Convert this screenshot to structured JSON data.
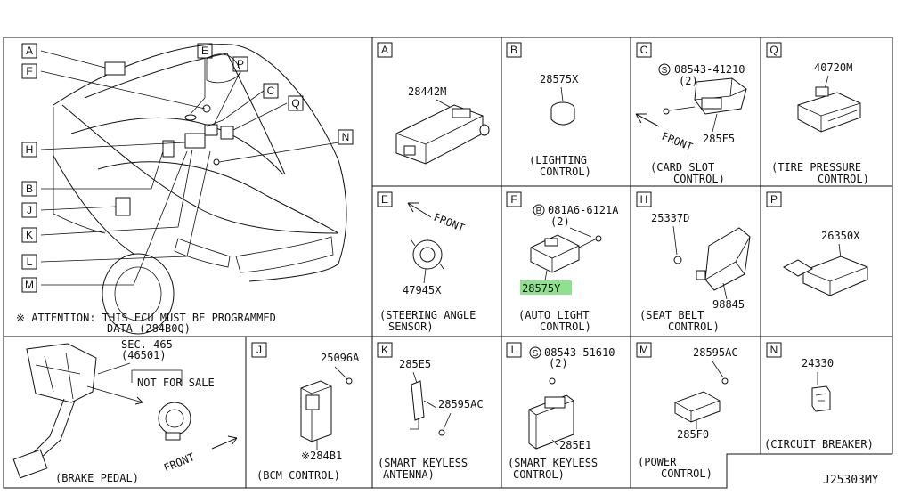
{
  "overview": {
    "callouts": [
      "A",
      "F",
      "E",
      "P",
      "C",
      "Q",
      "N",
      "H",
      "B",
      "J",
      "K",
      "L",
      "M"
    ],
    "note_line1": "※ ATTENTION: THIS ECU MUST BE PROGRAMMED",
    "note_line2": "DATA (284B0Q)"
  },
  "panels": {
    "A": {
      "key": "A",
      "part": "28442M"
    },
    "B": {
      "key": "B",
      "part": "28575X",
      "caption1": "(LIGHTING",
      "caption2": "CONTROL)"
    },
    "C": {
      "key": "C",
      "screw": "08543-41210",
      "qty": "(2)",
      "part": "285F5",
      "caption1": "(CARD SLOT",
      "caption2": "CONTROL)",
      "front": "FRONT"
    },
    "Q": {
      "key": "Q",
      "part": "40720M",
      "caption1": "(TIRE PRESSURE",
      "caption2": "CONTROL)"
    },
    "E": {
      "key": "E",
      "part": "47945X",
      "caption1": "(STEERING ANGLE",
      "caption2": "SENSOR)",
      "front": "FRONT"
    },
    "F": {
      "key": "F",
      "bolt": "081A6-6121A",
      "qty": "(2)",
      "part": "28575Y",
      "caption1": "(AUTO LIGHT",
      "caption2": "CONTROL)"
    },
    "H": {
      "key": "H",
      "part1": "25337D",
      "part2": "98845",
      "caption1": "(SEAT BELT",
      "caption2": "CONTROL)"
    },
    "P": {
      "key": "P",
      "part": "26350X"
    },
    "brake": {
      "sec": "SEC. 465",
      "ref": "(46501)",
      "nfs": "NOT FOR SALE",
      "caption": "(BRAKE PEDAL)",
      "front": "FRONT"
    },
    "J": {
      "key": "J",
      "part1": "25096A",
      "part2": "※284B1",
      "caption": "(BCM CONTROL)"
    },
    "K": {
      "key": "K",
      "part1": "285E5",
      "part2": "28595AC",
      "caption1": "(SMART KEYLESS",
      "caption2": "ANTENNA)"
    },
    "L": {
      "key": "L",
      "screw": "08543-51610",
      "qty": "(2)",
      "part": "285E1",
      "caption1": "(SMART KEYLESS",
      "caption2": "CONTROL)"
    },
    "M": {
      "key": "M",
      "part1": "28595AC",
      "part2": "285F0",
      "caption1": "(POWER",
      "caption2": "CONTROL)"
    },
    "N": {
      "key": "N",
      "part": "24330",
      "caption": "(CIRCUIT BREAKER)"
    }
  },
  "diagram_id": "J25303MY"
}
